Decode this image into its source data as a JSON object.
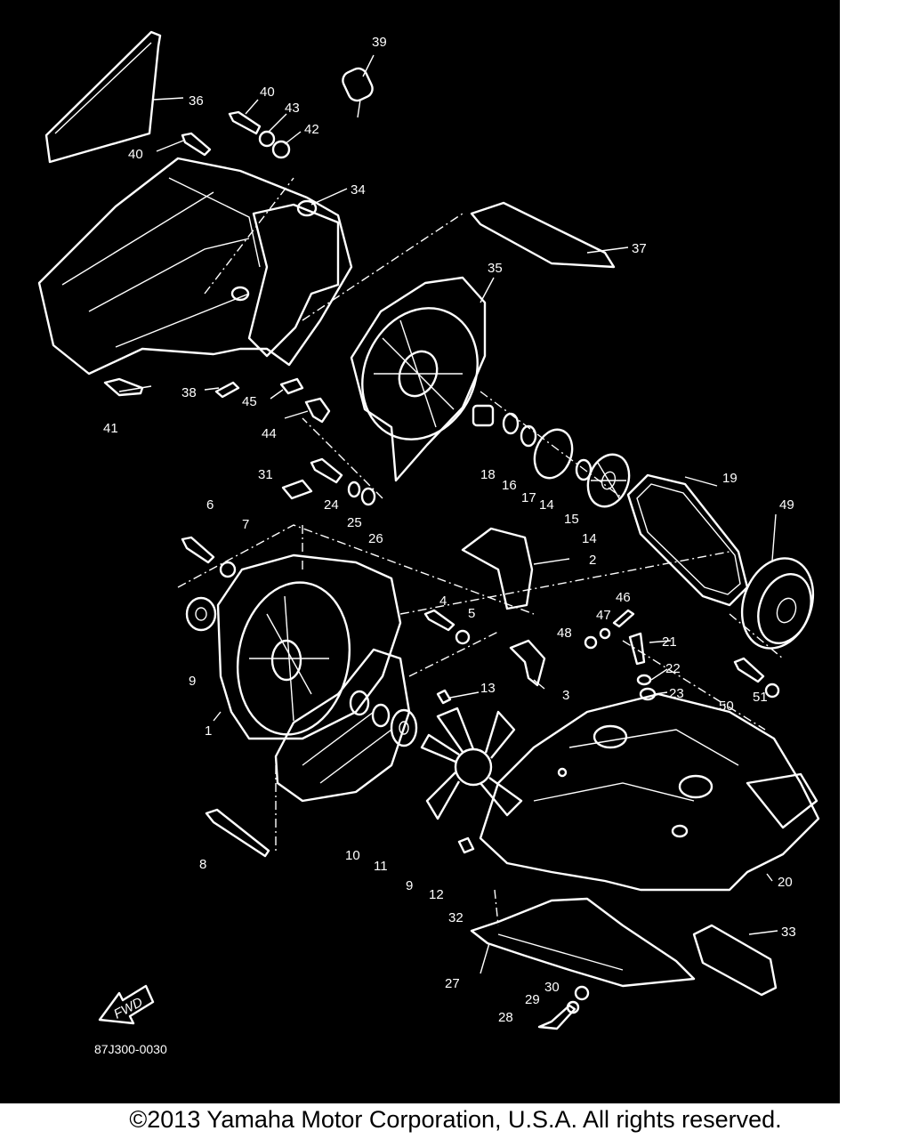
{
  "diagram": {
    "code": "87J300-0030",
    "fwd_label": "FWD",
    "callouts": [
      {
        "id": "c1",
        "text": "1"
      },
      {
        "id": "c2",
        "text": "2"
      },
      {
        "id": "c3",
        "text": "3"
      },
      {
        "id": "c4",
        "text": "4"
      },
      {
        "id": "c5",
        "text": "5"
      },
      {
        "id": "c6",
        "text": "6"
      },
      {
        "id": "c7",
        "text": "7"
      },
      {
        "id": "c8",
        "text": "8"
      },
      {
        "id": "c9a",
        "text": "9"
      },
      {
        "id": "c9b",
        "text": "9"
      },
      {
        "id": "c10",
        "text": "10"
      },
      {
        "id": "c11",
        "text": "11"
      },
      {
        "id": "c12",
        "text": "12"
      },
      {
        "id": "c13",
        "text": "13"
      },
      {
        "id": "c14a",
        "text": "14"
      },
      {
        "id": "c14b",
        "text": "14"
      },
      {
        "id": "c15",
        "text": "15"
      },
      {
        "id": "c16",
        "text": "16"
      },
      {
        "id": "c17",
        "text": "17"
      },
      {
        "id": "c18",
        "text": "18"
      },
      {
        "id": "c19",
        "text": "19"
      },
      {
        "id": "c20",
        "text": "20"
      },
      {
        "id": "c21",
        "text": "21"
      },
      {
        "id": "c22",
        "text": "22"
      },
      {
        "id": "c23",
        "text": "23"
      },
      {
        "id": "c24",
        "text": "24"
      },
      {
        "id": "c25",
        "text": "25"
      },
      {
        "id": "c26",
        "text": "26"
      },
      {
        "id": "c27",
        "text": "27"
      },
      {
        "id": "c28",
        "text": "28"
      },
      {
        "id": "c29",
        "text": "29"
      },
      {
        "id": "c30",
        "text": "30"
      },
      {
        "id": "c31",
        "text": "31"
      },
      {
        "id": "c32",
        "text": "32"
      },
      {
        "id": "c33",
        "text": "33"
      },
      {
        "id": "c34",
        "text": "34"
      },
      {
        "id": "c35",
        "text": "35"
      },
      {
        "id": "c36",
        "text": "36"
      },
      {
        "id": "c37",
        "text": "37"
      },
      {
        "id": "c38",
        "text": "38"
      },
      {
        "id": "c39",
        "text": "39"
      },
      {
        "id": "c40a",
        "text": "40"
      },
      {
        "id": "c40b",
        "text": "40"
      },
      {
        "id": "c41",
        "text": "41"
      },
      {
        "id": "c42",
        "text": "42"
      },
      {
        "id": "c43",
        "text": "43"
      },
      {
        "id": "c44",
        "text": "44"
      },
      {
        "id": "c45",
        "text": "45"
      },
      {
        "id": "c46",
        "text": "46"
      },
      {
        "id": "c47",
        "text": "47"
      },
      {
        "id": "c48",
        "text": "48"
      },
      {
        "id": "c49",
        "text": "49"
      },
      {
        "id": "c50",
        "text": "50"
      },
      {
        "id": "c51",
        "text": "51"
      }
    ]
  },
  "copyright": "©2013 Yamaha Motor Corporation, U.S.A. All rights reserved."
}
